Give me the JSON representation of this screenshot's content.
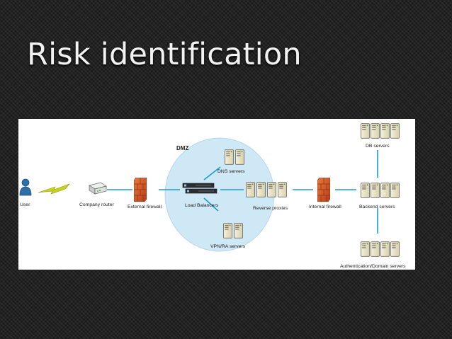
{
  "slide": {
    "title": "Risk identification"
  },
  "diagram": {
    "zone_label": "DMZ",
    "nodes": {
      "user": "User",
      "company_router": "Company router",
      "external_firewall": "External firewall",
      "load_balancers": "Load Balancers",
      "dns_servers": "DNS servers",
      "reverse_proxies": "Reverse proxies",
      "vpn_ra_servers": "VPN/RA servers",
      "internal_firewall": "Internal firewall",
      "backend_servers": "Backend servers",
      "db_servers": "DB servers",
      "auth_domain_servers": "Authentication/Domain servers"
    }
  },
  "colors": {
    "dmz_fill": "#cfe8f6",
    "connector": "#1f9ad6",
    "firewall": "#d9582b",
    "lightning": "#c9d21c"
  }
}
